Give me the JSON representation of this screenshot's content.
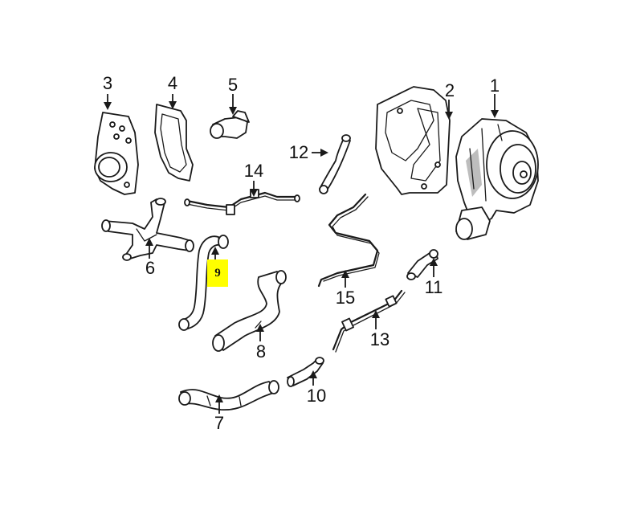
{
  "diagram": {
    "highlight_color": "#ffff00",
    "callouts": [
      {
        "id": "1",
        "label": "1"
      },
      {
        "id": "2",
        "label": "2"
      },
      {
        "id": "3",
        "label": "3"
      },
      {
        "id": "4",
        "label": "4"
      },
      {
        "id": "5",
        "label": "5"
      },
      {
        "id": "6",
        "label": "6"
      },
      {
        "id": "7",
        "label": "7"
      },
      {
        "id": "8",
        "label": "8"
      },
      {
        "id": "9",
        "label": "9",
        "highlighted": true
      },
      {
        "id": "10",
        "label": "10"
      },
      {
        "id": "11",
        "label": "11"
      },
      {
        "id": "12",
        "label": "12"
      },
      {
        "id": "13",
        "label": "13"
      },
      {
        "id": "14",
        "label": "14"
      },
      {
        "id": "15",
        "label": "15"
      }
    ]
  }
}
